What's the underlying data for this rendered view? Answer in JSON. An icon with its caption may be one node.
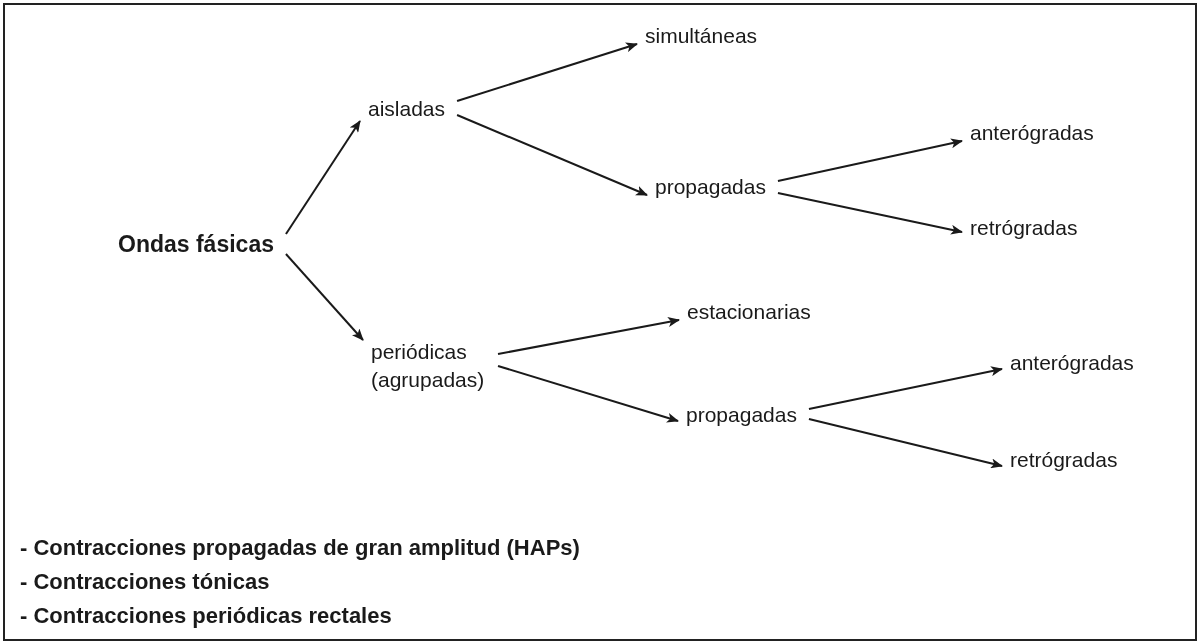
{
  "diagram": {
    "nodes": [
      {
        "text": [
          "Ondas fásicas"
        ]
      },
      {
        "text": [
          "aisladas"
        ]
      },
      {
        "text": [
          "simultáneas"
        ]
      },
      {
        "text": [
          "propagadas"
        ]
      },
      {
        "text": [
          "anterógradas"
        ]
      },
      {
        "text": [
          "retrógradas"
        ]
      },
      {
        "text": [
          "periódicas (agrupadas)"
        ]
      },
      {
        "text": [
          "estacionarias"
        ]
      },
      {
        "text": [
          "propagadas"
        ]
      },
      {
        "text": [
          "anterógradas"
        ]
      },
      {
        "text": [
          "retrógradas"
        ]
      }
    ],
    "edges": [
      {
        "from": 0,
        "to": 1,
        "arrow": "to"
      },
      {
        "from": 0,
        "to": 6,
        "arrow": "to"
      },
      {
        "from": 1,
        "to": 2,
        "arrow": "to"
      },
      {
        "from": 1,
        "to": 3,
        "arrow": "to"
      },
      {
        "from": 3,
        "to": 4,
        "arrow": "to"
      },
      {
        "from": 3,
        "to": 5,
        "arrow": "to"
      },
      {
        "from": 6,
        "to": 7,
        "arrow": "to"
      },
      {
        "from": 6,
        "to": 8,
        "arrow": "to"
      },
      {
        "from": 8,
        "to": 9,
        "arrow": "to"
      },
      {
        "from": 8,
        "to": 10,
        "arrow": "to"
      }
    ],
    "labels": [
      "- Contracciones propagadas de gran amplitud (HAPs)",
      "- Contracciones tónicas",
      "- Contracciones periódicas rectales"
    ]
  }
}
